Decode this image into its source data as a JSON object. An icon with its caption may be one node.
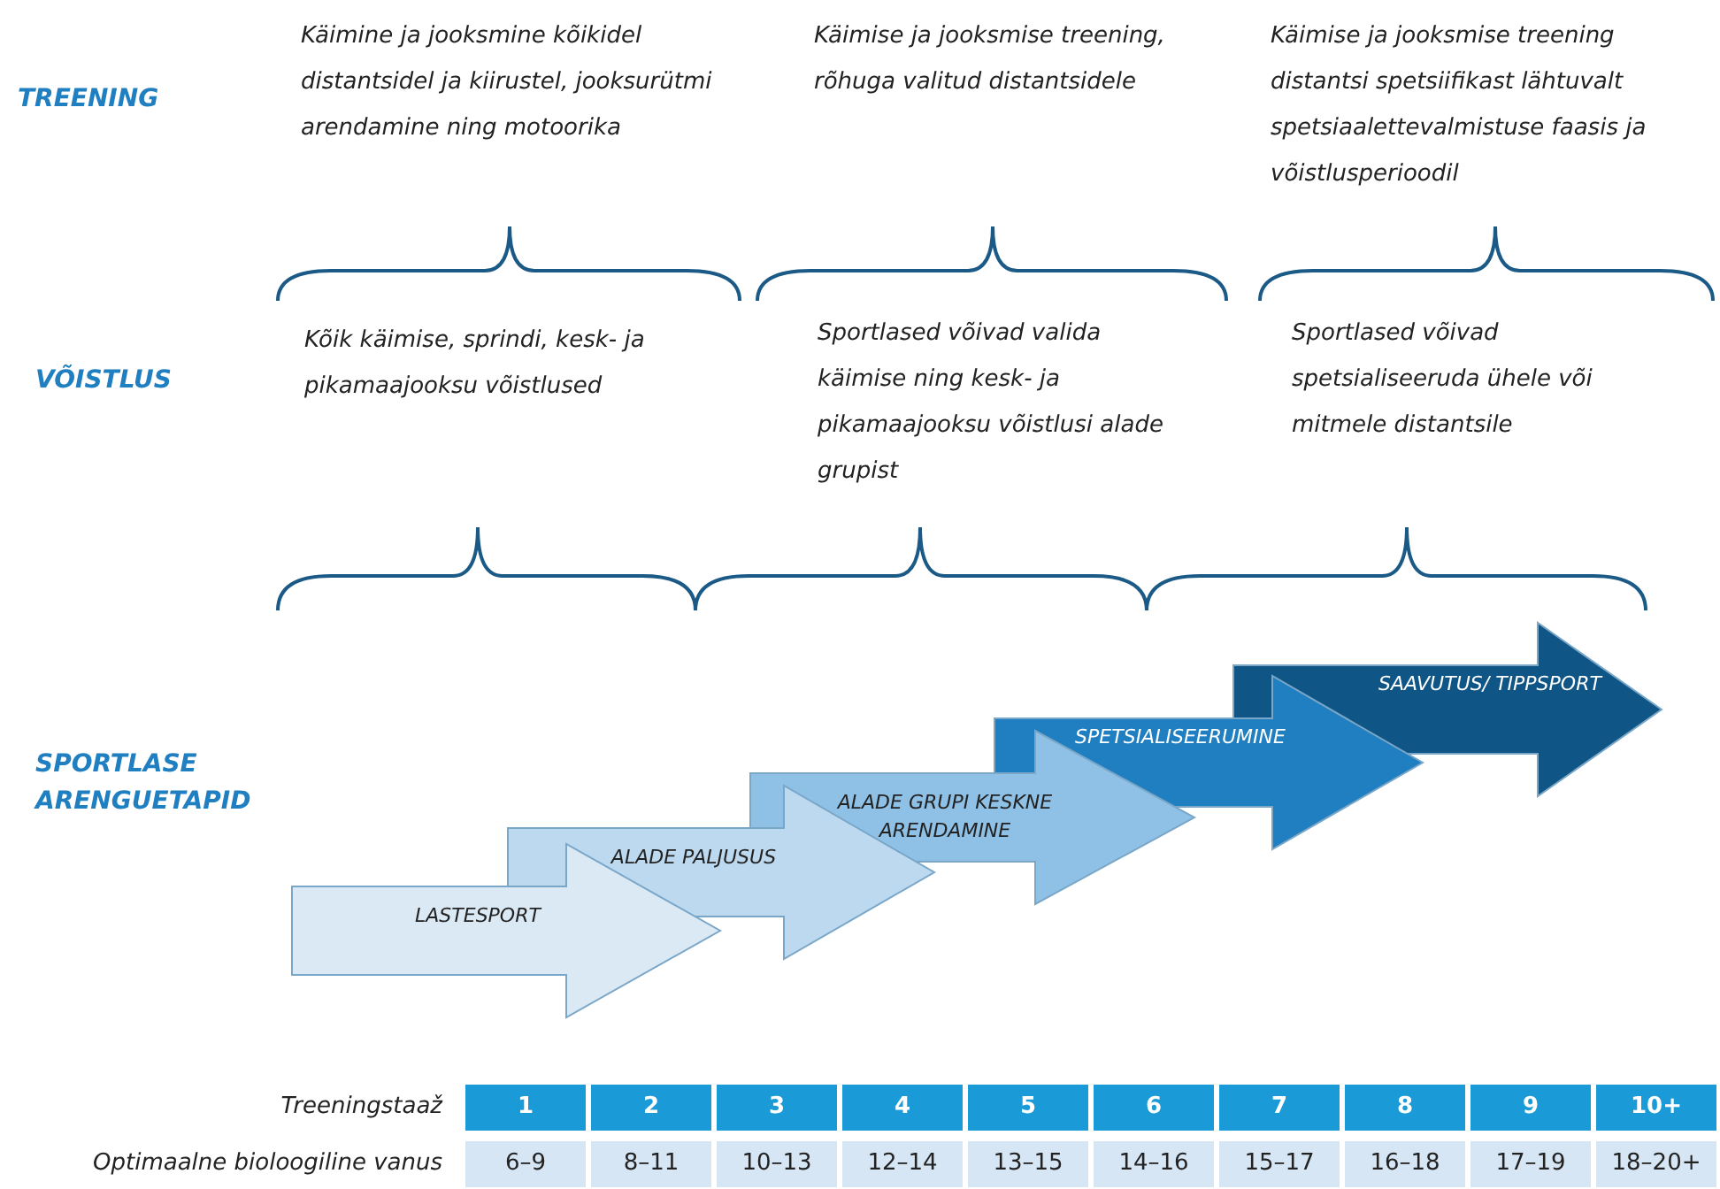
{
  "diagram": {
    "nodes": [
      {
        "text": [
          "LASTESPORT"
        ]
      },
      {
        "text": [
          "ALADE PALJUSUS"
        ]
      },
      {
        "text": [
          "ALADE GRUPI KESKNE ARENDAMINE"
        ]
      },
      {
        "text": [
          "SPETSIALISEERUMINE"
        ]
      },
      {
        "text": [
          "SAAVUTUS/ TIPPSPORT"
        ]
      }
    ],
    "labels": [
      "Käimine ja jooksmine kõikidel distantsidel ja kiirustel, jooksurütmi arendamine ning motoorika",
      "Käimise ja jooksmise treening, rõhuga valitud distantsidele",
      "Käimise ja jooksmise treening distantsi spetsiifikast lähtuvalt spetsiaalettevalmistuse faasis ja võistlusperioodil",
      "TREENING",
      "Kõik käimise, sprindi, kesk- ja pikamaajooksu võistlused",
      "VÕISTLUS",
      "Sportlased võivad valida käimise ning kesk- ja pikamaajooksu võistlusi alade grupist",
      "Sportlased võivad spetsialiseeruda ühele või mitmele distantsile",
      "SPORTLASE ARENGUETAPID",
      "Treeningstaaž",
      "1",
      "2",
      "3",
      "4",
      "5",
      "6",
      "7",
      "8",
      "9",
      "10+",
      "Optimaalne bioloogiline vanus",
      "6–9",
      "8–11",
      "10–13",
      "12–14",
      "13–15",
      "14–16",
      "15–17",
      "16–18",
      "17–19",
      "18–20+"
    ]
  }
}
